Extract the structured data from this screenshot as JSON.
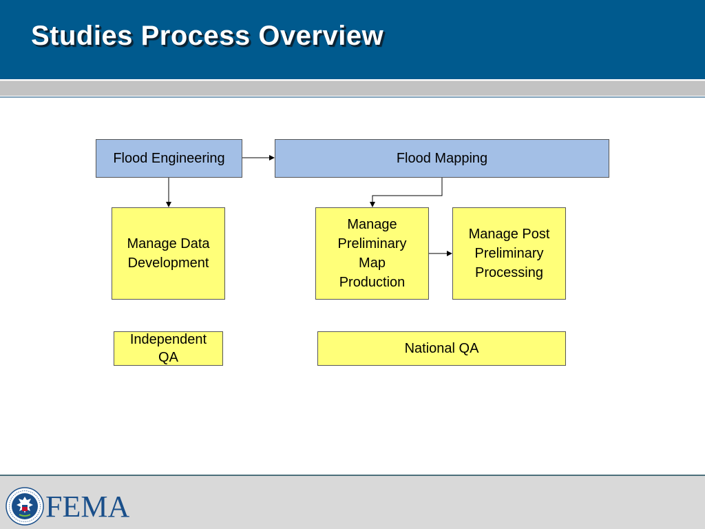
{
  "slide": {
    "title": "Studies Process Overview"
  },
  "diagram": {
    "nodes": {
      "flood_engineering": "Flood Engineering",
      "flood_mapping": "Flood Mapping",
      "manage_data_development": "Manage Data Development",
      "manage_preliminary_map_production": "Manage Preliminary Map Production",
      "manage_post_preliminary_processing": "Manage Post Preliminary Processing",
      "independent_qa": "Independent QA",
      "national_qa": "National QA"
    },
    "edges": [
      {
        "from": "flood_engineering",
        "to": "flood_mapping"
      },
      {
        "from": "flood_engineering",
        "to": "manage_data_development"
      },
      {
        "from": "flood_mapping",
        "to": "manage_preliminary_map_production"
      },
      {
        "from": "manage_preliminary_map_production",
        "to": "manage_post_preliminary_processing"
      }
    ]
  },
  "footer": {
    "logo_text": "FEMA",
    "seal_icon": "dhs-seal-icon"
  },
  "colors": {
    "header": "#005a8e",
    "primary_box": "#a3bfe6",
    "secondary_box": "#ffff79"
  }
}
